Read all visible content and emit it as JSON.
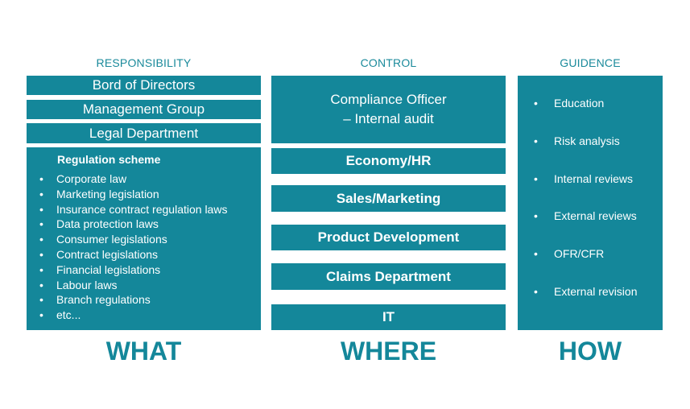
{
  "headers": {
    "responsibility": "RESPONSIBILITY",
    "control": "CONTROL",
    "guidence": "GUIDENCE"
  },
  "responsibility": {
    "rows": [
      "Bord of Directors",
      "Management Group",
      "Legal Department"
    ],
    "regulation_title": "Regulation scheme",
    "regulation_items": [
      "Corporate law",
      "Marketing legislation",
      "Insurance contract regulation laws",
      "Data protection laws",
      "Consumer legislations",
      "Contract legislations",
      "Financial legislations",
      "Labour laws",
      "Branch regulations",
      "etc..."
    ]
  },
  "control": {
    "compliance_line1": "Compliance Officer",
    "compliance_line2": "– Internal audit",
    "departments": [
      "Economy/HR",
      "Sales/Marketing",
      "Product Development",
      "Claims Department",
      "IT"
    ]
  },
  "guidence": {
    "items": [
      "Education",
      "Risk analysis",
      "Internal reviews",
      "External reviews",
      "OFR/CFR",
      "External revision"
    ]
  },
  "footers": {
    "what": "WHAT",
    "where": "WHERE",
    "how": "HOW"
  },
  "colors": {
    "box": "#14879a",
    "heading": "#1a8a9b"
  }
}
